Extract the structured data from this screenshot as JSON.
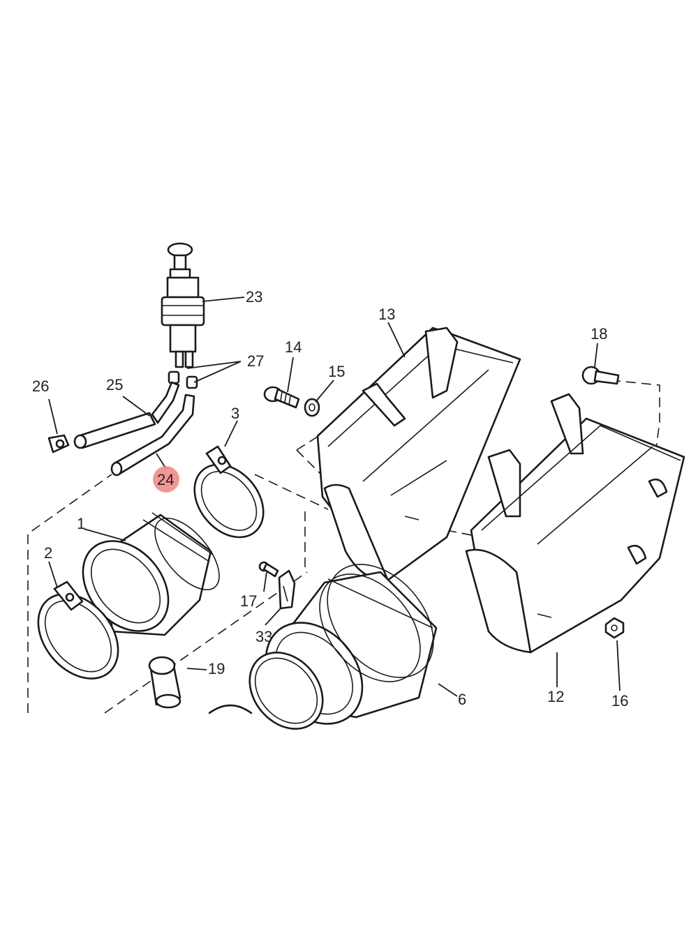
{
  "colors": {
    "highlight": "#f28b8b",
    "ink": "#1a1a1a",
    "background": "#ffffff"
  },
  "callouts": {
    "c1": "1",
    "c2": "2",
    "c3": "3",
    "c6": "6",
    "c12": "12",
    "c13": "13",
    "c14": "14",
    "c15": "15",
    "c16": "16",
    "c17": "17",
    "c18": "18",
    "c19": "19",
    "c23": "23",
    "c24": "24",
    "c25": "25",
    "c26": "26",
    "c27": "27",
    "c33": "33"
  },
  "highlighted_callout": "24"
}
